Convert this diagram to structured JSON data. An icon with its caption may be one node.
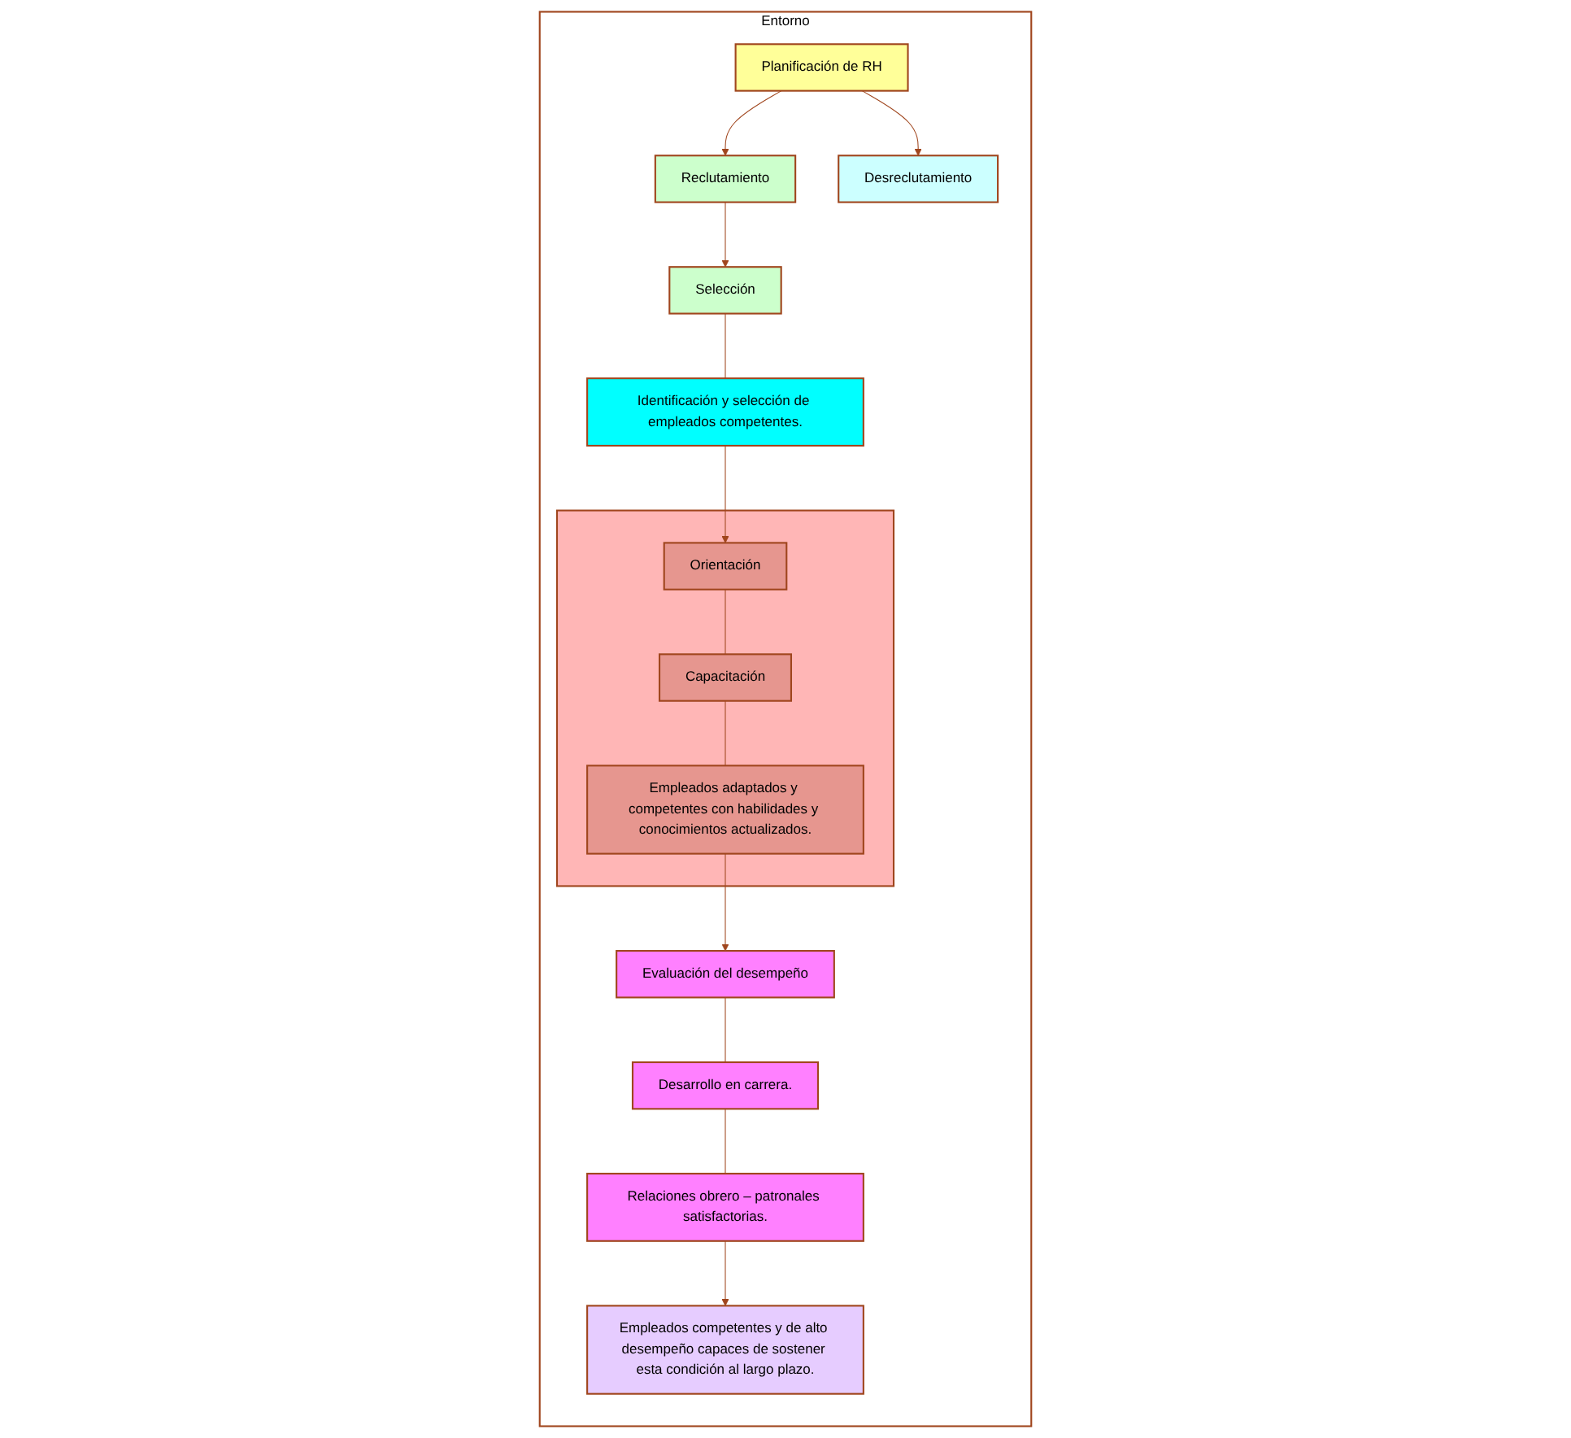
{
  "diagram": {
    "nodes": [
      {
        "text": [
          "Entorno"
        ]
      },
      {
        "text": [
          "Planificación de RH"
        ],
        "in": 0
      },
      {
        "text": [
          "Reclutamiento"
        ],
        "in": 0
      },
      {
        "text": [
          "Selección"
        ],
        "in": 0
      },
      {
        "text": [
          "Desreclutamiento"
        ],
        "in": 0
      },
      {
        "text": [
          "Identificación y selección de empleados competentes."
        ],
        "in": 0
      },
      {
        "text": [],
        "shape": "box",
        "in": 0
      },
      {
        "text": [
          "Orientación"
        ],
        "in": 6
      },
      {
        "text": [
          "Capacitación"
        ],
        "in": 6
      },
      {
        "text": [
          "Empleados adaptados y competentes con habilidades y conocimientos actualizados."
        ],
        "in": 6
      },
      {
        "text": [
          "Evaluación del desempeño"
        ],
        "in": 0
      },
      {
        "text": [
          "Desarrollo en carrera."
        ],
        "in": 0
      },
      {
        "text": [
          "Relaciones obrero – patronales satisfactorias."
        ],
        "in": 0
      },
      {
        "text": [
          "Empleados competentes y de alto desempeño capaces de sostener esta condición al largo plazo."
        ],
        "in": 0
      }
    ],
    "edges": [
      {
        "from": 1,
        "to": 2,
        "arrow": "to"
      },
      {
        "from": 2,
        "to": 3,
        "arrow": "to"
      },
      {
        "from": 1,
        "to": 4,
        "arrow": "to"
      },
      {
        "from": 3,
        "to": 5,
        "arrow": "none"
      },
      {
        "from": 5,
        "to": 7,
        "arrow": "to"
      },
      {
        "from": 7,
        "to": 8,
        "arrow": "none"
      },
      {
        "from": 8,
        "to": 9,
        "arrow": "none"
      },
      {
        "from": 9,
        "to": 10,
        "arrow": "to"
      },
      {
        "from": 10,
        "to": 11,
        "arrow": "none"
      },
      {
        "from": 11,
        "to": 12,
        "arrow": "none"
      },
      {
        "from": 12,
        "to": 13,
        "arrow": "to"
      }
    ]
  }
}
